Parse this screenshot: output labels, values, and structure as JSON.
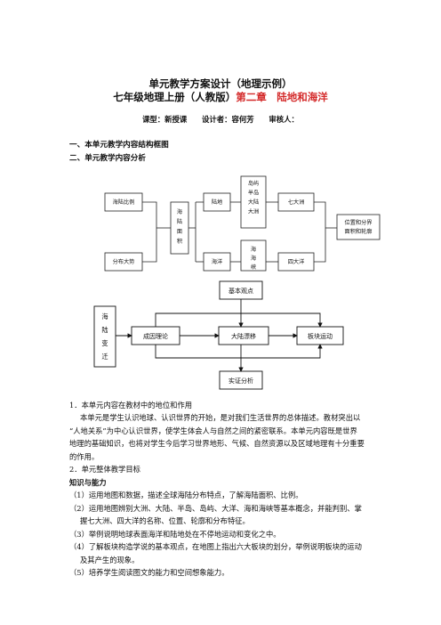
{
  "doc": {
    "title1": "单元教学方案设计（地理示例）",
    "title2_prefix": "七年级地理上册（人教版）",
    "title2_chapter": "第二章　陆地和海洋",
    "meta": "课型：新授课　　设计者：容何芳　　审核人：",
    "sec1": "一、本单元教学内容结构框图",
    "sec2": "二、单元教学内容分析",
    "accent_color": "#d42a2a"
  },
  "diagram1": {
    "map_ratio": "海陆比例",
    "distribution": "分布大势",
    "sea_land_area": "海陆面积",
    "land": "陆地",
    "ocean": "海洋",
    "island_group": "岛屿半岛大陆大洲",
    "sea_group": "海海峡",
    "continents": "七大洲",
    "oceans": "四大洋",
    "position": "位置和分界面积和轮廓"
  },
  "diagram2": {
    "basic_view": "基本观点",
    "change": "海陆变迁",
    "drift": "大陆漂移",
    "plate": "板块运动",
    "cause": "成因理论",
    "example": "实证分析"
  },
  "text": {
    "h1": "1．本单元内容在教材中的地位和作用",
    "p1_l1": "本单元是学生认识地球、认识世界的开始，是对我们生活世界的总体描述。教材突出以",
    "p1_l2": "“人地关系”为中心认识世界，使学生体会人与自然之间的紧密联系。本单元内容既是世界",
    "p1_l3": "地理的基础知识，也将对学生今后学习世界地形、气候、自然资源以及区域地理有十分重要",
    "p1_l4": "的作用。",
    "h2": "2．单元整体教学目标",
    "h3": "知识与能力",
    "g1": "（1）运用地图和数据，描述全球海陆分布特点，了解海陆面积、比例。",
    "g2_l1": "（2）运用地图辨别大洲、大陆、半岛、岛屿、大洋、海和海峡等基本概念，并能判别、掌",
    "g2_l2": "握七大洲、四大洋的名称、位置、轮廓和分布特征。",
    "g3": "（3）举例说明地球表面海洋和陆地处在不停地运动和变化之中。",
    "g4_l1": "（4）了解板块构造学说的基本观点，在地图上指出六大板块的划分，举例说明板块的运动",
    "g4_l2": "及其产生的现象。",
    "g5": "（5）培养学生阅读图文的能力和空间想象能力。"
  }
}
